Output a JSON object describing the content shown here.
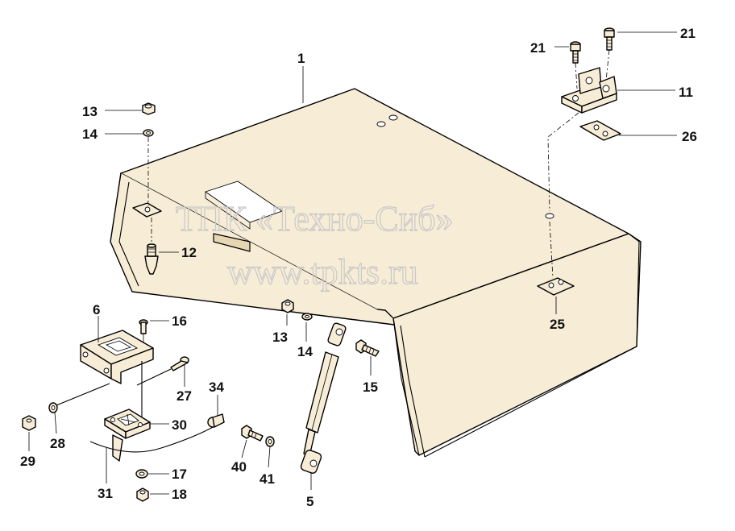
{
  "watermark": {
    "line1": "ТПК «Техно-Сиб»",
    "line2": "www.tpkts.ru"
  },
  "callouts": [
    {
      "id": "1",
      "text": "1"
    },
    {
      "id": "21a",
      "text": "21"
    },
    {
      "id": "21b",
      "text": "21"
    },
    {
      "id": "11",
      "text": "11"
    },
    {
      "id": "26",
      "text": "26"
    },
    {
      "id": "13a",
      "text": "13"
    },
    {
      "id": "14a",
      "text": "14"
    },
    {
      "id": "12",
      "text": "12"
    },
    {
      "id": "25",
      "text": "25"
    },
    {
      "id": "6",
      "text": "6"
    },
    {
      "id": "16",
      "text": "16"
    },
    {
      "id": "13b",
      "text": "13"
    },
    {
      "id": "14b",
      "text": "14"
    },
    {
      "id": "15",
      "text": "15"
    },
    {
      "id": "27",
      "text": "27"
    },
    {
      "id": "34",
      "text": "34"
    },
    {
      "id": "30",
      "text": "30"
    },
    {
      "id": "29",
      "text": "29"
    },
    {
      "id": "28",
      "text": "28"
    },
    {
      "id": "17",
      "text": "17"
    },
    {
      "id": "18",
      "text": "18"
    },
    {
      "id": "31",
      "text": "31"
    },
    {
      "id": "40",
      "text": "40"
    },
    {
      "id": "41",
      "text": "41"
    },
    {
      "id": "5",
      "text": "5"
    }
  ],
  "colors": {
    "part_fill": "#f7ecd6",
    "outline": "#000000",
    "watermark": "#c9c9c9"
  }
}
